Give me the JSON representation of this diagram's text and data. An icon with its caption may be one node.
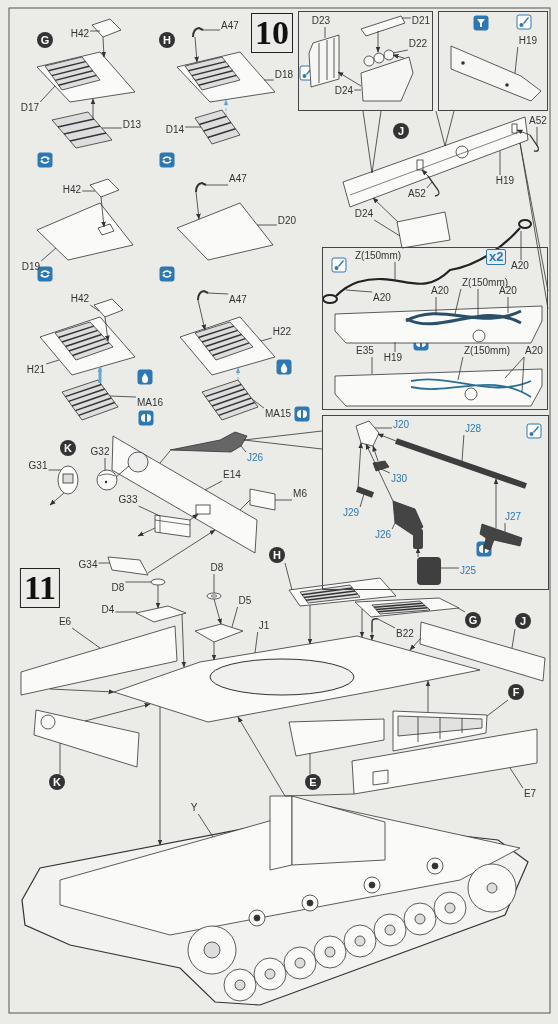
{
  "diagram": {
    "nodes": [
      {
        "text": [
          "G"
        ]
      },
      {
        "text": [
          "H42"
        ]
      },
      {
        "text": [
          "D17"
        ]
      },
      {
        "text": [
          "D13"
        ]
      },
      {
        "text": [
          "H"
        ]
      },
      {
        "text": [
          "A47"
        ]
      },
      {
        "text": [
          "D18"
        ]
      },
      {
        "text": [
          "D14"
        ]
      },
      {
        "text": [
          "H42"
        ]
      },
      {
        "text": [
          "D19"
        ]
      },
      {
        "text": [
          "A47"
        ]
      },
      {
        "text": [
          "D20"
        ]
      },
      {
        "text": [
          "H42"
        ]
      },
      {
        "text": [
          "H21"
        ]
      },
      {
        "text": [
          "MA16"
        ]
      },
      {
        "text": [
          "A47"
        ]
      },
      {
        "text": [
          "H22"
        ]
      },
      {
        "text": [
          "MA15"
        ]
      },
      {
        "text": [],
        "shape": "box"
      },
      {
        "text": [
          "D23"
        ],
        "in": 18
      },
      {
        "text": [
          "D21"
        ],
        "in": 18
      },
      {
        "text": [
          "D22"
        ],
        "in": 18
      },
      {
        "text": [
          "D24"
        ],
        "in": 18
      },
      {
        "text": [],
        "shape": "box"
      },
      {
        "text": [
          "H19"
        ],
        "in": 23
      },
      {
        "text": [
          "J"
        ]
      },
      {
        "text": [
          "A52"
        ]
      },
      {
        "text": [
          "H19"
        ]
      },
      {
        "text": [
          "A52"
        ]
      },
      {
        "text": [
          "D24"
        ]
      },
      {
        "text": [],
        "shape": "box"
      },
      {
        "text": [
          "A20"
        ]
      },
      {
        "text": [
          "Z(150mm)"
        ]
      },
      {
        "text": [
          "A20"
        ]
      },
      {
        "text": [
          "A20"
        ]
      },
      {
        "text": [
          "Z(150mm)"
        ]
      },
      {
        "text": [
          "A20"
        ]
      },
      {
        "text": [
          "H19"
        ],
        "in": 30
      },
      {
        "text": [
          "E35"
        ],
        "in": 30
      },
      {
        "text": [
          "Z(150mm)"
        ],
        "in": 30
      },
      {
        "text": [
          "A20"
        ],
        "in": 30
      },
      {
        "text": [],
        "shape": "box"
      },
      {
        "text": [
          "J20"
        ],
        "in": 41
      },
      {
        "text": [
          "J28"
        ],
        "in": 41
      },
      {
        "text": [
          "J30"
        ],
        "in": 41
      },
      {
        "text": [
          "J29"
        ],
        "in": 41
      },
      {
        "text": [
          "J26"
        ],
        "in": 41
      },
      {
        "text": [
          "J27"
        ],
        "in": 41
      },
      {
        "text": [
          "J25"
        ],
        "in": 41
      },
      {
        "text": [
          "K"
        ]
      },
      {
        "text": [
          "G32"
        ]
      },
      {
        "text": [
          "G31"
        ]
      },
      {
        "text": [
          "J26"
        ]
      },
      {
        "text": [
          "E14"
        ]
      },
      {
        "text": [
          "M6"
        ]
      },
      {
        "text": [
          "G33"
        ]
      },
      {
        "text": [
          "G34"
        ]
      },
      {
        "text": [
          "D8"
        ]
      },
      {
        "text": [
          "D8"
        ]
      },
      {
        "text": [
          "D4"
        ]
      },
      {
        "text": [
          "D5"
        ]
      },
      {
        "text": [
          "E6"
        ]
      },
      {
        "text": [
          "J1"
        ]
      },
      {
        "text": [
          "H"
        ]
      },
      {
        "text": [
          "G"
        ]
      },
      {
        "text": [
          "J"
        ]
      },
      {
        "text": [
          "B22"
        ]
      },
      {
        "text": [
          "F"
        ]
      },
      {
        "text": [
          "K"
        ]
      },
      {
        "text": [
          "E"
        ]
      },
      {
        "text": [
          "E7"
        ]
      },
      {
        "text": [
          "Y"
        ]
      },
      {
        "text": [
          "10"
        ]
      },
      {
        "text": [
          "11"
        ]
      },
      {
        "text": [],
        "shape": "picture"
      },
      {
        "text": [],
        "shape": "picture"
      },
      {
        "text": [],
        "shape": "picture"
      },
      {
        "text": [],
        "shape": "picture"
      },
      {
        "text": [],
        "shape": "picture"
      },
      {
        "text": [],
        "shape": "picture"
      },
      {
        "text": [],
        "shape": "picture"
      },
      {
        "text": [],
        "shape": "picture"
      },
      {
        "text": [],
        "shape": "picture"
      },
      {
        "text": [],
        "shape": "picture"
      },
      {
        "text": [],
        "shape": "picture"
      },
      {
        "text": [],
        "shape": "picture"
      },
      {
        "text": [],
        "shape": "picture"
      },
      {
        "text": [],
        "shape": "picture"
      },
      {
        "text": [],
        "shape": "picture"
      },
      {
        "text": [],
        "shape": "picture"
      },
      {
        "text": [],
        "shape": "picture",
        "in": 18
      },
      {
        "text": [],
        "shape": "picture",
        "in": 18
      },
      {
        "text": [],
        "shape": "picture",
        "in": 18
      },
      {
        "text": [],
        "shape": "picture",
        "in": 18
      },
      {
        "text": [],
        "shape": "picture",
        "in": 23
      },
      {
        "text": [],
        "shape": "picture"
      },
      {
        "text": [],
        "shape": "picture"
      },
      {
        "text": [],
        "shape": "picture"
      },
      {
        "text": [],
        "shape": "picture"
      },
      {
        "text": [],
        "shape": "picture"
      },
      {
        "text": [],
        "shape": "picture",
        "in": 30
      },
      {
        "text": [],
        "shape": "picture",
        "in": 30
      },
      {
        "text": [],
        "shape": "picture",
        "in": 41
      },
      {
        "text": [],
        "shape": "picture",
        "in": 41
      },
      {
        "text": [],
        "shape": "picture",
        "in": 41
      },
      {
        "text": [],
        "shape": "picture",
        "in": 41
      },
      {
        "text": [],
        "shape": "picture",
        "in": 41
      },
      {
        "text": [],
        "shape": "picture",
        "in": 41
      },
      {
        "text": [],
        "shape": "picture",
        "in": 41
      },
      {
        "text": [],
        "shape": "picture"
      },
      {
        "text": [],
        "shape": "picture"
      },
      {
        "text": [],
        "shape": "picture"
      },
      {
        "text": [],
        "shape": "picture"
      },
      {
        "text": [],
        "shape": "picture"
      },
      {
        "text": [],
        "shape": "picture"
      },
      {
        "text": [],
        "shape": "picture"
      },
      {
        "text": [],
        "shape": "picture"
      },
      {
        "text": [],
        "shape": "picture"
      },
      {
        "text": [],
        "shape": "picture"
      },
      {
        "text": [],
        "shape": "picture"
      },
      {
        "text": [],
        "shape": "picture"
      },
      {
        "text": [],
        "shape": "picture"
      },
      {
        "text": [],
        "shape": "picture"
      },
      {
        "text": [],
        "shape": "picture"
      },
      {
        "text": [],
        "shape": "picture"
      },
      {
        "text": [],
        "shape": "picture"
      },
      {
        "text": [],
        "shape": "picture"
      },
      {
        "text": [],
        "shape": "picture"
      },
      {
        "text": [],
        "shape": "picture"
      },
      {
        "text": [],
        "shape": "picture"
      },
      {
        "text": [],
        "shape": "picture"
      }
    ],
    "edges": [
      {
        "from": 1,
        "to": 74,
        "arrow": "none"
      },
      {
        "from": 2,
        "to": 75,
        "arrow": "none"
      },
      {
        "from": 3,
        "to": 76,
        "arrow": "none"
      },
      {
        "from": 5,
        "to": 82,
        "arrow": "none"
      },
      {
        "from": 6,
        "to": 83,
        "arrow": "none"
      },
      {
        "from": 7,
        "to": 84,
        "arrow": "none"
      },
      {
        "from": 8,
        "to": 77,
        "arrow": "none"
      },
      {
        "from": 9,
        "to": 78,
        "arrow": "none"
      },
      {
        "from": 10,
        "to": 85,
        "arrow": "none"
      },
      {
        "from": 11,
        "to": 86,
        "arrow": "none"
      },
      {
        "from": 12,
        "to": 79,
        "arrow": "none"
      },
      {
        "from": 13,
        "to": 80,
        "arrow": "none"
      },
      {
        "from": 14,
        "to": 81,
        "arrow": "none"
      },
      {
        "from": 15,
        "to": 87,
        "arrow": "none"
      },
      {
        "from": 16,
        "to": 88,
        "arrow": "none"
      },
      {
        "from": 17,
        "to": 89,
        "arrow": "none"
      },
      {
        "from": 18,
        "to": 95,
        "arrow": "none"
      },
      {
        "from": 19,
        "to": 90,
        "arrow": "none"
      },
      {
        "from": 20,
        "to": 91,
        "arrow": "none"
      },
      {
        "from": 21,
        "to": 92,
        "arrow": "none"
      },
      {
        "from": 22,
        "to": 93,
        "arrow": "none"
      },
      {
        "from": 23,
        "to": 95,
        "arrow": "none"
      },
      {
        "from": 24,
        "to": 94,
        "arrow": "none"
      },
      {
        "from": 26,
        "to": 96,
        "arrow": "none"
      },
      {
        "from": 27,
        "to": 95,
        "arrow": "none"
      },
      {
        "from": 28,
        "to": 97,
        "arrow": "none"
      },
      {
        "from": 29,
        "to": 98,
        "arrow": "none"
      },
      {
        "from": 30,
        "to": 95,
        "arrow": "none"
      },
      {
        "from": 31,
        "to": 99,
        "arrow": "none"
      },
      {
        "from": 32,
        "to": 99,
        "arrow": "none"
      },
      {
        "from": 33,
        "to": 99,
        "arrow": "none"
      },
      {
        "from": 34,
        "to": 100,
        "arrow": "none"
      },
      {
        "from": 35,
        "to": 100,
        "arrow": "none"
      },
      {
        "from": 35,
        "to": 100,
        "arrow": "none"
      },
      {
        "from": 36,
        "to": 100,
        "arrow": "none"
      },
      {
        "from": 37,
        "to": 100,
        "arrow": "none"
      },
      {
        "from": 38,
        "to": 101,
        "arrow": "none"
      },
      {
        "from": 39,
        "to": 101,
        "arrow": "none"
      },
      {
        "from": 40,
        "to": 101,
        "arrow": "none"
      },
      {
        "from": 40,
        "to": 101,
        "arrow": "none"
      },
      {
        "from": 41,
        "to": 112,
        "arrow": "none"
      },
      {
        "from": 42,
        "to": 102,
        "arrow": "none"
      },
      {
        "from": 43,
        "to": 103,
        "arrow": "none"
      },
      {
        "from": 44,
        "to": 104,
        "arrow": "none"
      },
      {
        "from": 45,
        "to": 105,
        "arrow": "none"
      },
      {
        "from": 46,
        "to": 106,
        "arrow": "none"
      },
      {
        "from": 47,
        "to": 107,
        "arrow": "none"
      },
      {
        "from": 48,
        "to": 108,
        "arrow": "none"
      },
      {
        "from": 50,
        "to": 110,
        "arrow": "none"
      },
      {
        "from": 51,
        "to": 109,
        "arrow": "none"
      },
      {
        "from": 52,
        "to": 112,
        "arrow": "none"
      },
      {
        "from": 53,
        "to": 111,
        "arrow": "none"
      },
      {
        "from": 54,
        "to": 113,
        "arrow": "none"
      },
      {
        "from": 55,
        "to": 114,
        "arrow": "none"
      },
      {
        "from": 56,
        "to": 115,
        "arrow": "none"
      },
      {
        "from": 57,
        "to": 116,
        "arrow": "none"
      },
      {
        "from": 58,
        "to": 117,
        "arrow": "none"
      },
      {
        "from": 59,
        "to": 118,
        "arrow": "none"
      },
      {
        "from": 60,
        "to": 119,
        "arrow": "none"
      },
      {
        "from": 61,
        "to": 120,
        "arrow": "none"
      },
      {
        "from": 62,
        "to": 121,
        "arrow": "none"
      },
      {
        "from": 63,
        "to": 122,
        "arrow": "none"
      },
      {
        "from": 64,
        "to": 123,
        "arrow": "none"
      },
      {
        "from": 65,
        "to": 125,
        "arrow": "none"
      },
      {
        "from": 66,
        "to": 124,
        "arrow": "none"
      },
      {
        "from": 67,
        "to": 126,
        "arrow": "none"
      },
      {
        "from": 68,
        "to": 128,
        "arrow": "none"
      },
      {
        "from": 69,
        "to": 127,
        "arrow": "none"
      },
      {
        "from": 70,
        "to": 129,
        "arrow": "none"
      },
      {
        "from": 71,
        "to": 130,
        "arrow": "none"
      },
      {
        "from": 74,
        "to": 75,
        "arrow": "to"
      },
      {
        "from": 76,
        "to": 75,
        "arrow": "to"
      },
      {
        "from": 82,
        "to": 83,
        "arrow": "to"
      },
      {
        "from": 84,
        "to": 83,
        "arrow": "to",
        "style": "dashed",
        "color": "#6aa6d0"
      },
      {
        "from": 77,
        "to": 78,
        "arrow": "to"
      },
      {
        "from": 85,
        "to": 86,
        "arrow": "to"
      },
      {
        "from": 79,
        "to": 80,
        "arrow": "to"
      },
      {
        "from": 81,
        "to": 80,
        "arrow": "to",
        "style": "thick",
        "color": "#6aa6d0"
      },
      {
        "from": 87,
        "to": 88,
        "arrow": "to"
      },
      {
        "from": 89,
        "to": 88,
        "arrow": "to",
        "style": "dashed",
        "color": "#6aa6d0"
      },
      {
        "from": 91,
        "to": 92,
        "arrow": "to"
      },
      {
        "from": 93,
        "to": 90,
        "arrow": "to"
      },
      {
        "from": 93,
        "to": 92,
        "arrow": "to"
      },
      {
        "from": 96,
        "to": 95,
        "arrow": "to"
      },
      {
        "from": 97,
        "to": 95,
        "arrow": "to"
      },
      {
        "from": 98,
        "to": 95,
        "arrow": "to"
      },
      {
        "from": 103,
        "to": 102,
        "arrow": "to"
      },
      {
        "from": 104,
        "to": 102,
        "arrow": "to"
      },
      {
        "from": 105,
        "to": 102,
        "arrow": "to"
      },
      {
        "from": 106,
        "to": 102,
        "arrow": "to"
      },
      {
        "from": 107,
        "to": 103,
        "arrow": "to"
      },
      {
        "from": 108,
        "to": 106,
        "arrow": "to"
      },
      {
        "from": 109,
        "to": null,
        "arrow": "to"
      },
      {
        "from": 110,
        "to": 111,
        "arrow": "none"
      },
      {
        "from": 114,
        "to": 111,
        "arrow": "to"
      },
      {
        "from": 114,
        "to": null,
        "arrow": "to"
      },
      {
        "from": 115,
        "to": 111,
        "arrow": "to"
      },
      {
        "from": 113,
        "to": 111,
        "arrow": "none"
      },
      {
        "from": 112,
        "to": 111,
        "arrow": "none"
      },
      {
        "from": 116,
        "to": 118,
        "arrow": "to"
      },
      {
        "from": 117,
        "to": 119,
        "arrow": "to"
      },
      {
        "from": 118,
        "to": 121,
        "arrow": "to"
      },
      {
        "from": 119,
        "to": 121,
        "arrow": "to"
      },
      {
        "from": 122,
        "to": 121,
        "arrow": "to"
      },
      {
        "from": 123,
        "to": 121,
        "arrow": "to"
      },
      {
        "from": 124,
        "to": 121,
        "arrow": "to"
      },
      {
        "from": 120,
        "to": 121,
        "arrow": "to"
      },
      {
        "from": 128,
        "to": 121,
        "arrow": "to"
      },
      {
        "from": 129,
        "to": 121,
        "arrow": "to"
      },
      {
        "from": 125,
        "to": 121,
        "arrow": "to"
      },
      {
        "from": 126,
        "to": 121,
        "arrow": "to"
      },
      {
        "from": 121,
        "to": 130,
        "arrow": "to"
      }
    ],
    "labels": [
      "x2"
    ]
  }
}
